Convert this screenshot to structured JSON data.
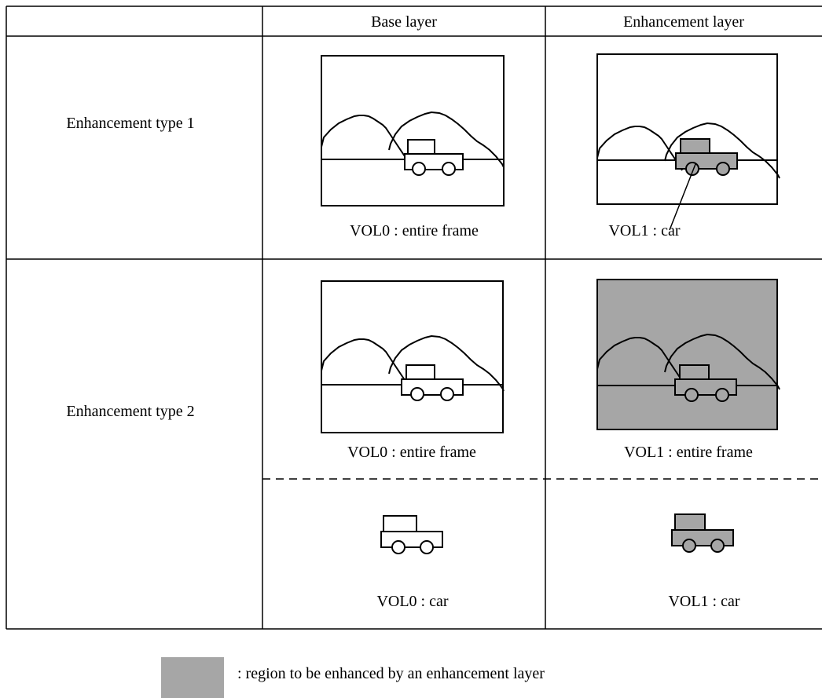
{
  "table": {
    "header_base": "Base layer",
    "header_enhancement": "Enhancement layer",
    "rows": [
      {
        "label": "Enhancement type 1",
        "base_caption": "VOL0 : entire frame",
        "enh_caption": "VOL1 : car"
      },
      {
        "label": "Enhancement type 2",
        "base_caption": "VOL0 : entire frame",
        "enh_caption": "VOL1 : entire frame",
        "base_sub_caption": "VOL0 : car",
        "enh_sub_caption": "VOL1 : car"
      }
    ]
  },
  "legend": {
    "text": ": region to be enhanced by an enhancement layer",
    "swatch_color": "#a6a6a6"
  },
  "colors": {
    "enhanced": "#a6a6a6",
    "line": "#000000",
    "background": "#ffffff"
  }
}
